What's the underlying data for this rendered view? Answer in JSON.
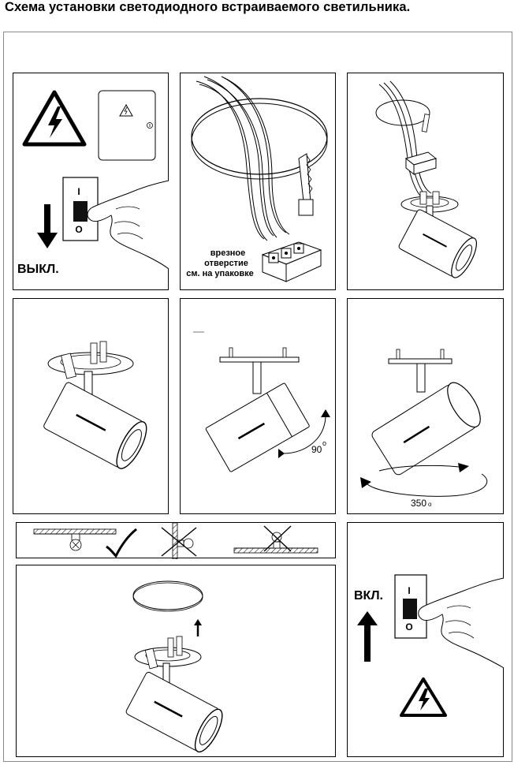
{
  "title": "Схема установки светодиодного встраиваемого светильника.",
  "step1": {
    "state_label": "ВЫКЛ.",
    "switch_on": "I",
    "switch_off": "O"
  },
  "step2": {
    "cutout_line1": "врезное",
    "cutout_line2": "отверстие",
    "cutout_line3": "см. на упаковке"
  },
  "step5": {
    "angle_value": "90",
    "angle_unit": "o"
  },
  "step6": {
    "angle_value": "350",
    "angle_unit": "o"
  },
  "step8": {
    "state_label": "ВКЛ.",
    "switch_on": "I",
    "switch_off": "O"
  }
}
